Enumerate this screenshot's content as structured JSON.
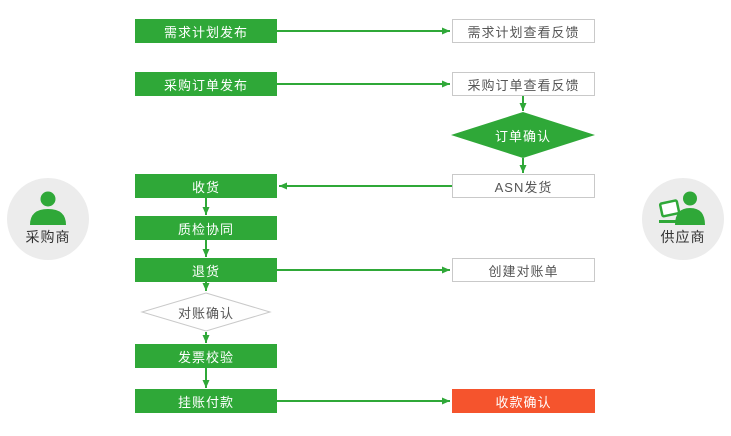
{
  "colors": {
    "green": "#2fa838",
    "red": "#f5542d",
    "box_border": "#c9c9c9",
    "box_text": "#555555",
    "circle_bg": "#ececec",
    "label_text": "#333333"
  },
  "actors": {
    "buyer": {
      "label": "采购商"
    },
    "supplier": {
      "label": "供应商"
    }
  },
  "nodes": {
    "demand_plan_publish": {
      "label": "需求计划发布"
    },
    "demand_plan_feedback": {
      "label": "需求计划查看反馈"
    },
    "po_publish": {
      "label": "采购订单发布"
    },
    "po_feedback": {
      "label": "采购订单查看反馈"
    },
    "order_confirm": {
      "label": "订单确认"
    },
    "asn_ship": {
      "label": "ASN发货"
    },
    "receive": {
      "label": "收货"
    },
    "quality_check": {
      "label": "质检协同"
    },
    "return_goods": {
      "label": "退货"
    },
    "create_statement": {
      "label": "创建对账单"
    },
    "statement_confirm": {
      "label": "对账确认"
    },
    "invoice_verify": {
      "label": "发票校验"
    },
    "payment": {
      "label": "挂账付款"
    },
    "payment_confirm": {
      "label": "收款确认"
    }
  },
  "edges": [
    {
      "from": "demand_plan_publish",
      "to": "demand_plan_feedback"
    },
    {
      "from": "po_publish",
      "to": "po_feedback"
    },
    {
      "from": "po_feedback",
      "to": "order_confirm"
    },
    {
      "from": "order_confirm",
      "to": "asn_ship"
    },
    {
      "from": "asn_ship",
      "to": "receive"
    },
    {
      "from": "receive",
      "to": "quality_check"
    },
    {
      "from": "quality_check",
      "to": "return_goods"
    },
    {
      "from": "return_goods",
      "to": "create_statement"
    },
    {
      "from": "return_goods",
      "to": "statement_confirm"
    },
    {
      "from": "statement_confirm",
      "to": "invoice_verify"
    },
    {
      "from": "invoice_verify",
      "to": "payment"
    },
    {
      "from": "payment",
      "to": "payment_confirm"
    }
  ]
}
